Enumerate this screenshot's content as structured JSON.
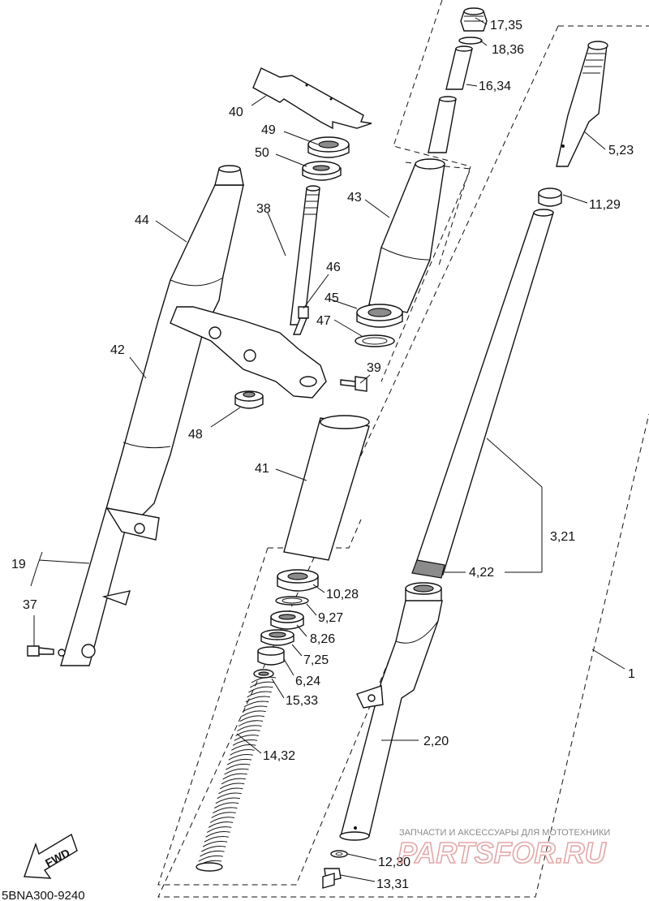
{
  "diagram_code": "5BNA300-9240",
  "fwd_label": "FWD",
  "watermark": {
    "line1": "ЗАПЧАСТИ И АКСЕССУАРЫ ДЛЯ МОТОТЕХНИКИ",
    "line2": "PARTSFOR.RU"
  },
  "callouts": {
    "c_17_35": "17,35",
    "c_18_36": "18,36",
    "c_16_34": "16,34",
    "c_40": "40",
    "c_49": "49",
    "c_50": "50",
    "c_5_23": "5,23",
    "c_44": "44",
    "c_38": "38",
    "c_43": "43",
    "c_11_29": "11,29",
    "c_46": "46",
    "c_45": "45",
    "c_47": "47",
    "c_42": "42",
    "c_39": "39",
    "c_48": "48",
    "c_41": "41",
    "c_3_21": "3,21",
    "c_19": "19",
    "c_4_22": "4,22",
    "c_10_28": "10,28",
    "c_37": "37",
    "c_9_27": "9,27",
    "c_8_26": "8,26",
    "c_7_25": "7,25",
    "c_1": "1",
    "c_6_24": "6,24",
    "c_15_33": "15,33",
    "c_14_32": "14,32",
    "c_2_20": "2,20",
    "c_12_30": "12,30",
    "c_13_31": "13,31"
  }
}
